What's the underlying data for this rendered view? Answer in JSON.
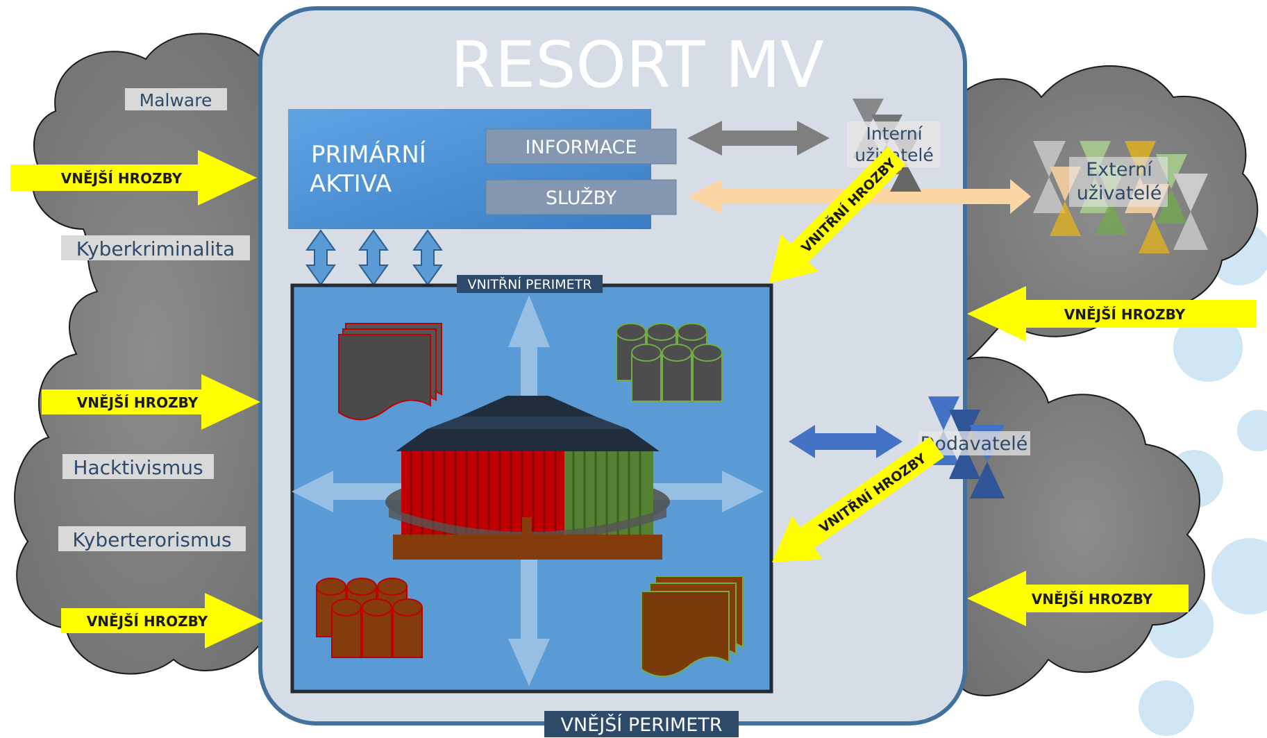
{
  "title": "RESORT MV",
  "external_perimeter_label": "VNĚJŠÍ PERIMETR",
  "internal_perimeter_label": "VNITŘNÍ PERIMETR",
  "primary_assets": {
    "title_line1": "PRIMÁRNÍ",
    "title_line2": "AKTIVA",
    "informace": "INFORMACE",
    "sluzby": "SLUŽBY"
  },
  "threat_sources": {
    "malware": "Malware",
    "kyberkriminalita": "Kyberkriminalita",
    "hacktivismus": "Hacktivismus",
    "kyberterorismus": "Kyberterorismus"
  },
  "external_threat_label": "VNĚJŠÍ HROZBY",
  "internal_threat_label": "VNITŘNÍ HROZBY",
  "actors": {
    "internal_users_line1": "Interní",
    "internal_users_line2": "uživatelé",
    "external_users_line1": "Externí",
    "external_users_line2": "uživatelé",
    "suppliers": "Dodavatelé"
  },
  "colors": {
    "cloud": "#7f7f7f",
    "resort_bg": "#d6dde6",
    "resort_border": "#41719c",
    "inner_bg": "#5b9bd5",
    "external_arrow": "#ffff00",
    "internal_arrow": "#ffff00",
    "assets_box": "#5b9bd5",
    "sub_box": "#8497b0",
    "label_bg": "#d9d9d9",
    "perimeter_label_bg": "#2e4a6b"
  }
}
